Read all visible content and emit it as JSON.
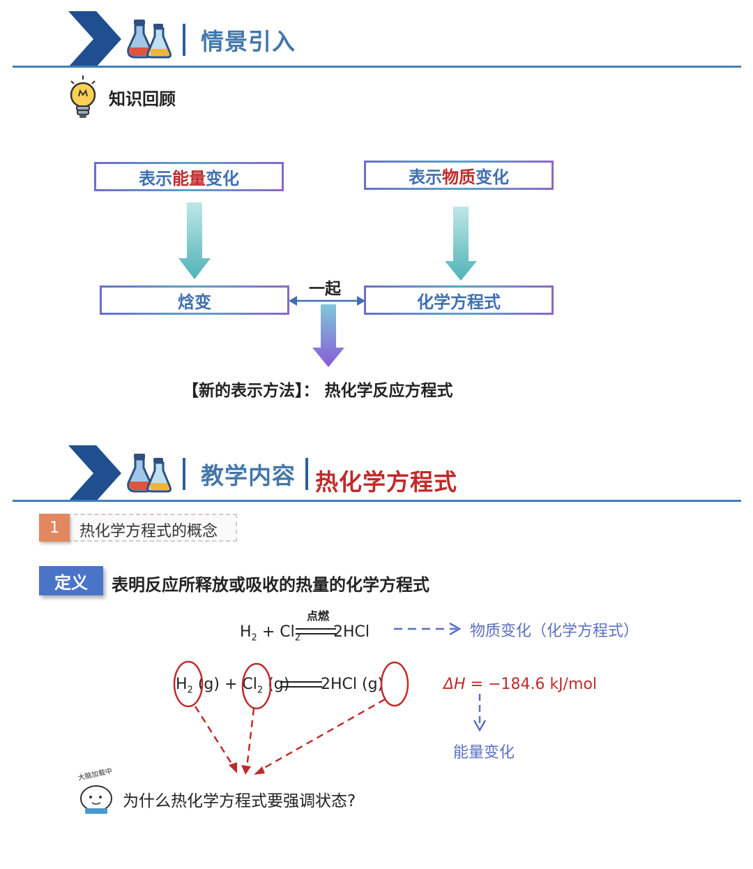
{
  "section1": {
    "title": "情景引入",
    "review_label": "知识回顾",
    "box_energy": {
      "pre": "表示",
      "highlight": "能量",
      "post": "变化"
    },
    "box_matter": {
      "pre": "表示",
      "highlight": "物质",
      "post": "变化"
    },
    "box_enthalpy": "焓变",
    "box_equation": "化学方程式",
    "together_label": "一起",
    "new_method": "【新的表示方法】：  热化学反应方程式"
  },
  "section2": {
    "title": "教学内容",
    "subtitle": "热化学方程式",
    "concept_number": "1",
    "concept_title": "热化学方程式的概念",
    "definition_tag": "定义",
    "definition_text": "表明反应所释放或吸收的热量的化学方程式",
    "eq1": {
      "condition": "点燃",
      "h2": "H",
      "h2_sub": "2",
      "plus": "+",
      "cl2": "Cl",
      "cl2_sub": "2",
      "product": "2HCl",
      "annotation": "物质变化（化学方程式）"
    },
    "eq2": {
      "h2": "H",
      "h2_sub": "2",
      "h2_state": "(g)",
      "plus": "+",
      "cl2": "Cl",
      "cl2_sub": "2",
      "cl2_state": "(g)",
      "product": "2HCl (g)"
    },
    "delta_h": {
      "symbol": "ΔH",
      "eq": "=",
      "value": "−184.6 kJ/mol"
    },
    "energy_change_label": "能量变化",
    "mascot_caption": "大脑加载中",
    "question": "为什么热化学方程式要强调状态?"
  },
  "colors": {
    "accent_blue": "#4477aa",
    "header_line": "#3f7fb8",
    "highlight_red": "#c02a2a",
    "teal_arrow": "#4fb3b8",
    "purple_arrow": "#8a5ad8",
    "annotation_blue": "#5b6fc0"
  }
}
